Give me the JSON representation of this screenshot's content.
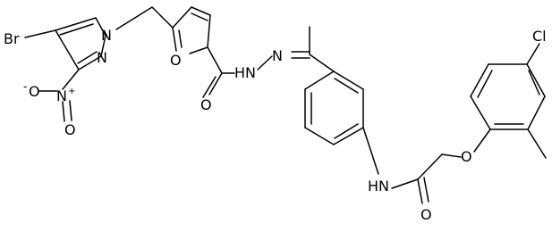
{
  "molecule": {
    "atoms": {
      "br": "Br",
      "n_pyr1": "N",
      "n_pyr2": "N",
      "n_nitro": "N",
      "nitro_charge_pos": "+",
      "o_nitro1": "O",
      "o_nitro1_charge": "-",
      "o_nitro2": "O",
      "o_furan": "O",
      "o_carbonyl1": "O",
      "nh_hydrazide": "HN",
      "n_imine": "N",
      "nh_amide": "HN",
      "o_carbonyl2": "O",
      "o_ether": "O",
      "cl": "Cl"
    }
  }
}
